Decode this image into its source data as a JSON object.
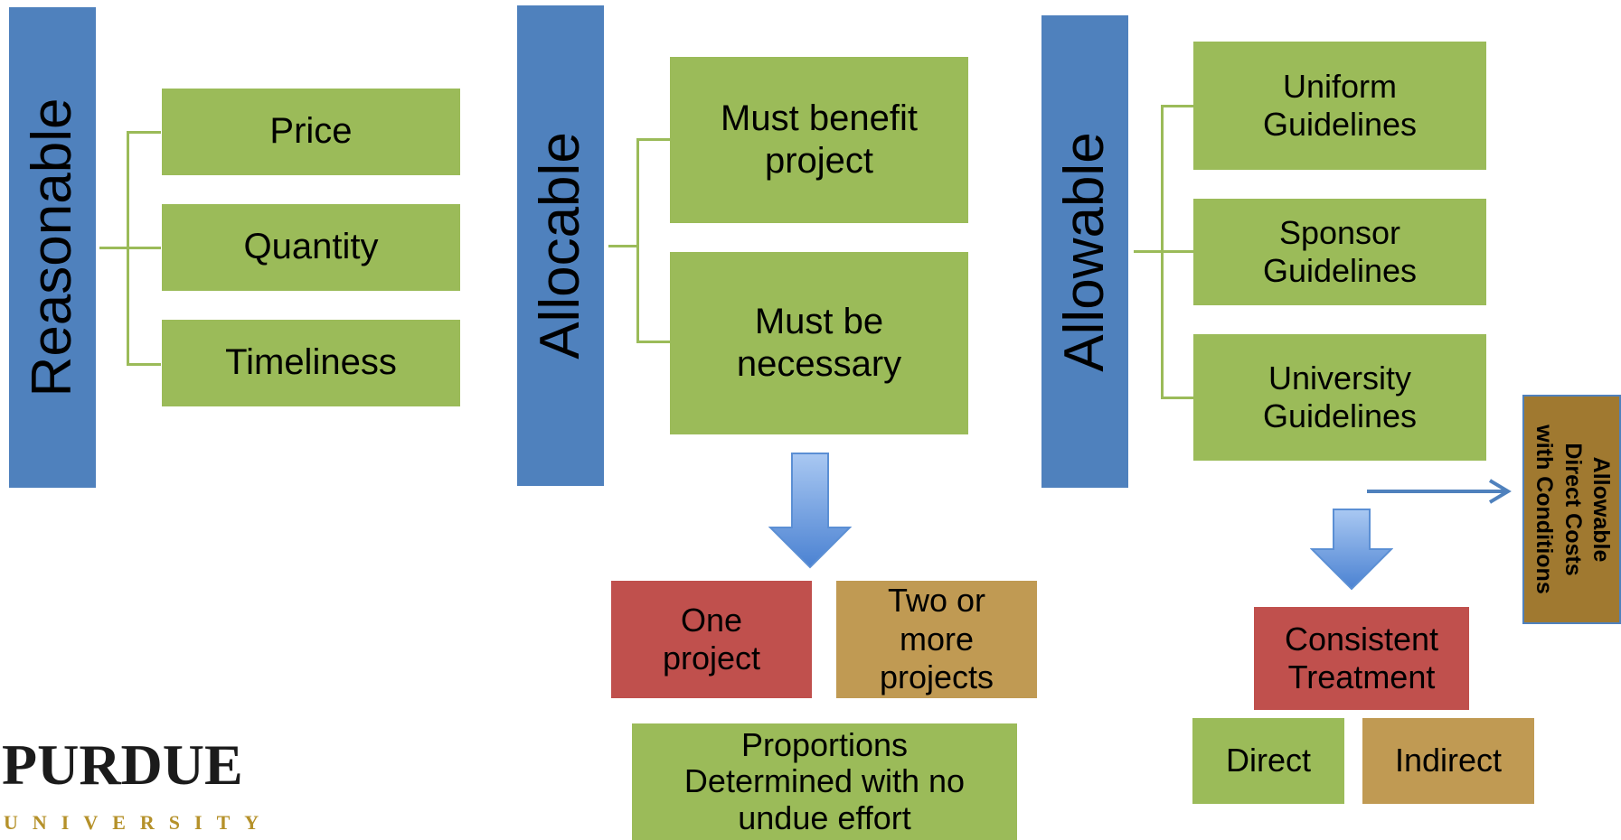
{
  "columns": {
    "reasonable": {
      "header": "Reasonable",
      "items": [
        "Price",
        "Quantity",
        "Timeliness"
      ]
    },
    "allocable": {
      "header": "Allocable",
      "items": [
        "Must benefit project",
        "Must be necessary"
      ],
      "outcomes": {
        "one": "One project",
        "two": "Two or more projects",
        "proportions": "Proportions Determined with no undue effort"
      }
    },
    "allowable": {
      "header": "Allowable",
      "items": [
        "Uniform Guidelines",
        "Sponsor Guidelines",
        "University Guidelines"
      ],
      "side_box": [
        "Allowable",
        "Direct Costs",
        "with Conditions"
      ],
      "consistent": "Consistent Treatment",
      "direct": "Direct",
      "indirect": "Indirect"
    }
  },
  "logo": {
    "name": "PURDUE",
    "sub": "UNIVERSITY"
  },
  "colors": {
    "header_blue": "#4f81bd",
    "green": "#9bbb59",
    "red": "#c0504d",
    "tan": "#c09a53",
    "brown": "#a07930",
    "arrow_blue": "#5b8fd4"
  }
}
